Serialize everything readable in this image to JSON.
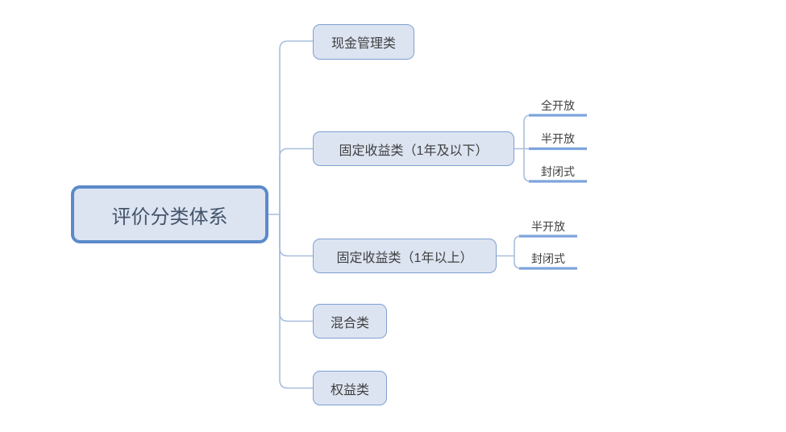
{
  "colors": {
    "node_fill": "#dce4f1",
    "node_border": "#7f9fd1",
    "root_border": "#5b8ac9",
    "root_text": "#44546a",
    "branch_text": "#404040",
    "connector": "#a9bedd",
    "leaf_underline": "#7da4dd"
  },
  "diagram": {
    "root": {
      "label": "评价分类体系"
    },
    "branches": [
      {
        "label": "现金管理类"
      },
      {
        "label": "固定收益类（1年及以下）",
        "children": [
          {
            "label": "全开放"
          },
          {
            "label": "半开放"
          },
          {
            "label": "封闭式"
          }
        ]
      },
      {
        "label": "固定收益类（1年以上）",
        "children": [
          {
            "label": "半开放"
          },
          {
            "label": "封闭式"
          }
        ]
      },
      {
        "label": "混合类"
      },
      {
        "label": "权益类"
      }
    ]
  }
}
